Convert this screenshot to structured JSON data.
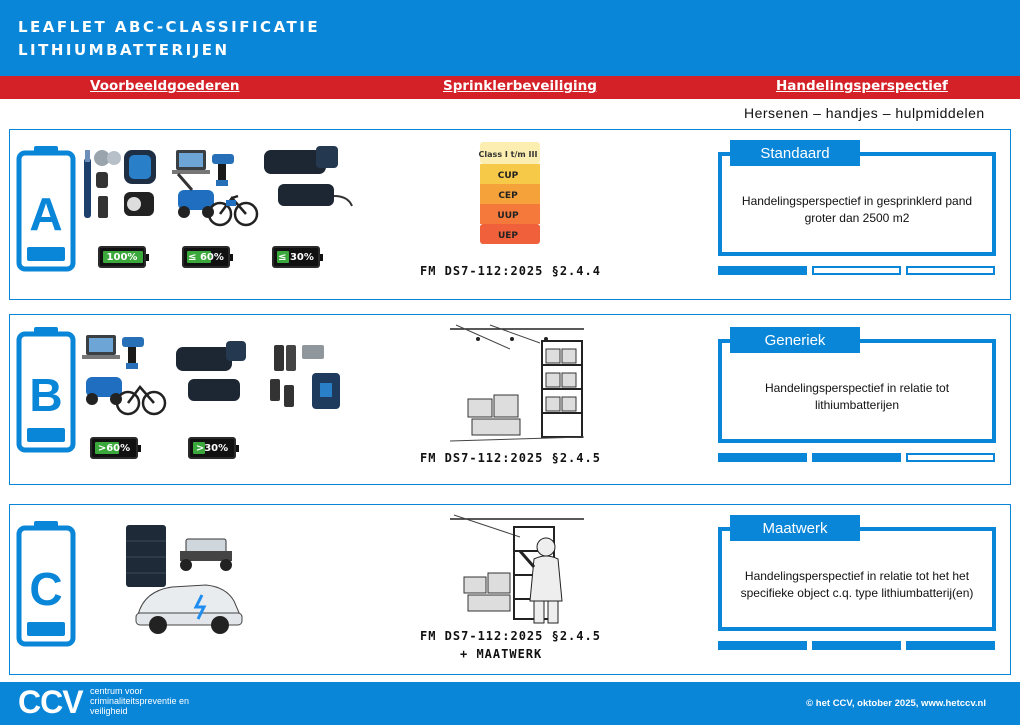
{
  "header": {
    "title_line1": "LEAFLET ABC-CLASSIFICATIE",
    "title_line2": "LITHIUMBATTERIJEN"
  },
  "columns": {
    "col1": "Voorbeeldgoederen",
    "col2": "Sprinklerbeveiliging",
    "col3": "Handelingsperspectief"
  },
  "subtitle": "Hersenen – handjes – hulpmiddelen",
  "colors": {
    "blue": "#0a86d8",
    "red": "#d42027",
    "green": "#3aa83a"
  },
  "rows": [
    {
      "letter": "A",
      "goods_icons": [
        "toothbrush-icon",
        "coin-cell-icon",
        "smartwatch-icon",
        "laptop-icon",
        "drill-icon",
        "powerbank-icon",
        "bike-light-icon",
        "lawnmower-icon",
        "ebike-icon"
      ],
      "charge_labels": [
        "100%",
        "≤ 60%",
        "≤ 30%"
      ],
      "charge_levels": [
        1.0,
        0.6,
        0.3
      ],
      "sprinkler_classes": [
        "Class I t/m III",
        "CUP",
        "CEP",
        "UUP",
        "UEP"
      ],
      "fm_ref": "FM DS7-112:2025 §2.4.4",
      "fm_extra": "",
      "panel_tab": "Standaard",
      "panel_text": "Handelingsperspectief in gesprinklerd pand groter dan 2500 m2",
      "bars_on": [
        true,
        false,
        false
      ]
    },
    {
      "letter": "B",
      "goods_icons": [
        "laptop-icon",
        "drill-icon",
        "lawnmower-icon",
        "ebike-icon",
        "powerbank-icon",
        "cell-pack-icon",
        "battery-box-icon"
      ],
      "charge_labels": [
        ">60%",
        ">30%"
      ],
      "charge_levels": [
        0.6,
        0.3
      ],
      "fm_ref": "FM DS7-112:2025 §2.4.5",
      "fm_extra": "",
      "panel_tab": "Generiek",
      "panel_text": "Handelingsperspectief in relatie tot lithiumbatterijen",
      "bars_on": [
        true,
        true,
        false
      ]
    },
    {
      "letter": "C",
      "goods_icons": [
        "energy-storage-icon",
        "robot-cart-icon",
        "electric-car-icon"
      ],
      "charge_labels": [],
      "charge_levels": [],
      "fm_ref": "FM DS7-112:2025 §2.4.5",
      "fm_extra": "+ MAATWERK",
      "panel_tab": "Maatwerk",
      "panel_text": "Handelingsperspectief in relatie tot het het specifieke object c.q. type lithiumbatterij(en)",
      "bars_on": [
        true,
        true,
        true
      ]
    }
  ],
  "footer": {
    "logo": "CCV",
    "logo_line1": "centrum voor",
    "logo_line2": "criminaliteitspreventie en",
    "logo_line3": "veiligheid",
    "copyright": "© het CCV, oktober 2025, www.hetccv.nl"
  }
}
